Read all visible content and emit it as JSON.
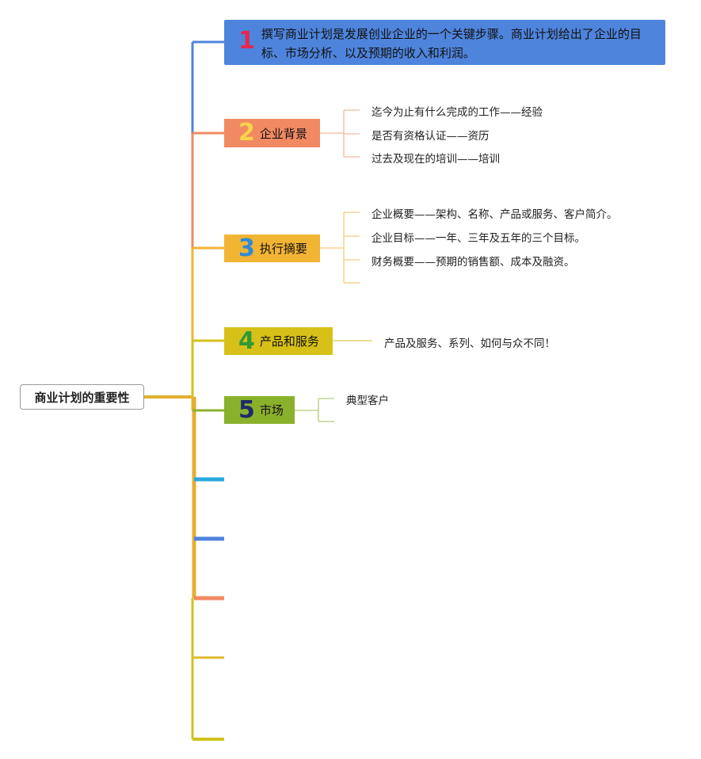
{
  "root": {
    "label": "商业计划的重要性"
  },
  "topics": [
    {
      "number": "1",
      "label": "撰写商业计划是发展创业企业的一个关键步骤。商业计划给出了企业的目标、市场分析、以及预期的收入和利润。",
      "color": "#4e84dc"
    },
    {
      "number": "2",
      "label": "企业背景",
      "color": "#f18a62",
      "children": [
        "迄今为止有什么完成的工作——经验",
        "是否有资格认证——资历",
        "过去及现在的培训——培训"
      ]
    },
    {
      "number": "3",
      "label": "执行摘要",
      "color": "#f2b433",
      "children": [
        "企业概要——架构、名称、产品或服务、客户简介。",
        "企业目标——一年、三年及五年的三个目标。",
        "财务概要——预期的销售额、成本及融资。",
        ""
      ]
    },
    {
      "number": "4",
      "label": "产品和服务",
      "color": "#d7c118",
      "children": [
        "产品及服务、系列、如何与众不同！"
      ]
    },
    {
      "number": "5",
      "label": "市场",
      "color": "#8ab12c",
      "children": [
        "典型客户",
        ""
      ]
    }
  ],
  "empty_topic_colors": [
    "#29a8e0",
    "#4e84dc",
    "#f18a62",
    "#e0b92e",
    "#d0c21d"
  ]
}
